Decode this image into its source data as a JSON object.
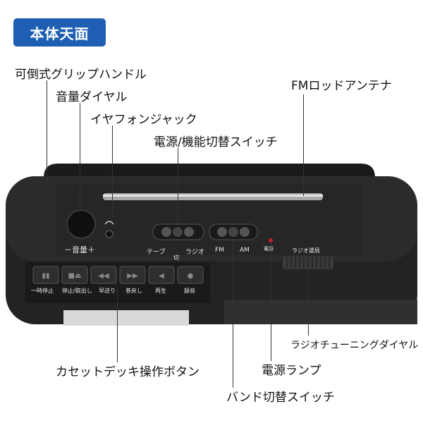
{
  "badge": "本体天面",
  "callouts": {
    "handle": "可倒式グリップハンドル",
    "volume": "音量ダイヤル",
    "earphone": "イヤフォンジャック",
    "power_switch": "電源/機能切替スイッチ",
    "antenna": "FMロッドアンテナ",
    "tuning": "ラジオチューニングダイヤル",
    "cassette": "カセットデッキ操作ボタン",
    "power_lamp": "電源ランプ",
    "band_switch": "バンド切替スイッチ"
  },
  "device_labels": {
    "volume": "－音量＋",
    "tape": "テープ",
    "radio": "ラジオ",
    "off": "切",
    "fm": "FM",
    "am": "AM",
    "power": "電源",
    "radio_tuning": "ラジオ選局",
    "buttons": [
      "一時停止",
      "停止/取出し",
      "早送り",
      "巻戻し",
      "再生",
      "録音"
    ]
  }
}
